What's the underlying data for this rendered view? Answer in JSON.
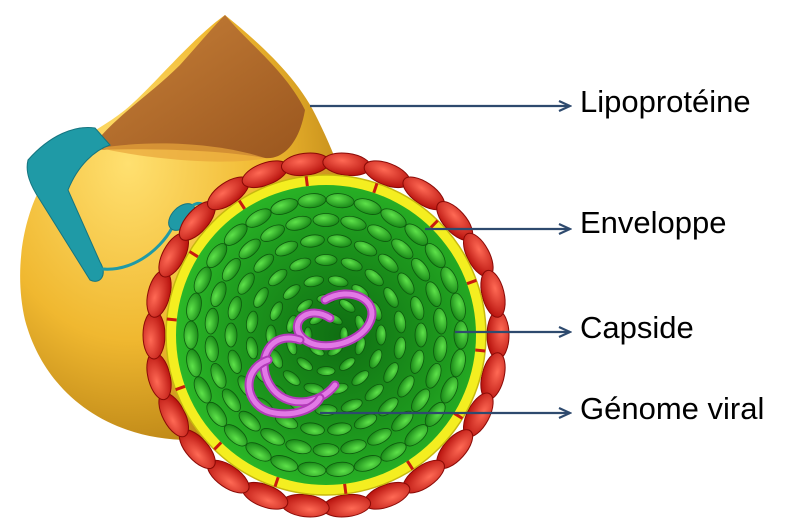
{
  "labels": {
    "lipoproteine": "Lipoprotéine",
    "enveloppe": "Enveloppe",
    "capside": "Capside",
    "genome": "Génome viral"
  },
  "colors": {
    "lipoprotein_body": "#F0B830",
    "lipoprotein_tip": "#B86A2A",
    "ribbon": "#1F9AA6",
    "envelope_outer": "#D81A12",
    "envelope_inner": "#F4EE20",
    "capsid": "#22A820",
    "genome": "#D455D8",
    "arrow": "#2E4A6E"
  }
}
